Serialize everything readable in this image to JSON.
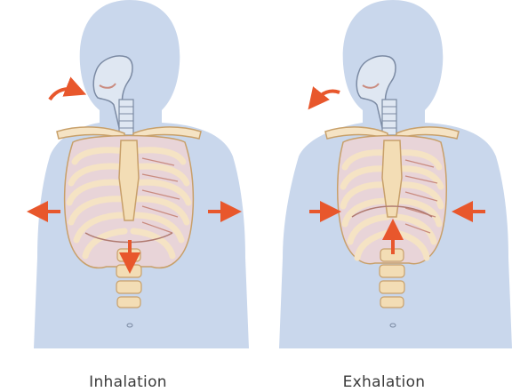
{
  "panels": [
    {
      "id": "left",
      "caption": "Inhalation"
    },
    {
      "id": "right",
      "caption": "Exhalation"
    }
  ],
  "colors": {
    "silhouette": "#c9d7ec",
    "bone": "#f5e3c4",
    "bone_outline": "#c8a06a",
    "spine": "#f3ddb5",
    "muscle": "#c98b7f",
    "airway": "#dfe7f2",
    "airway_outline": "#7b8aa3",
    "arrow": "#e8572c",
    "text": "#3a3a3a"
  }
}
